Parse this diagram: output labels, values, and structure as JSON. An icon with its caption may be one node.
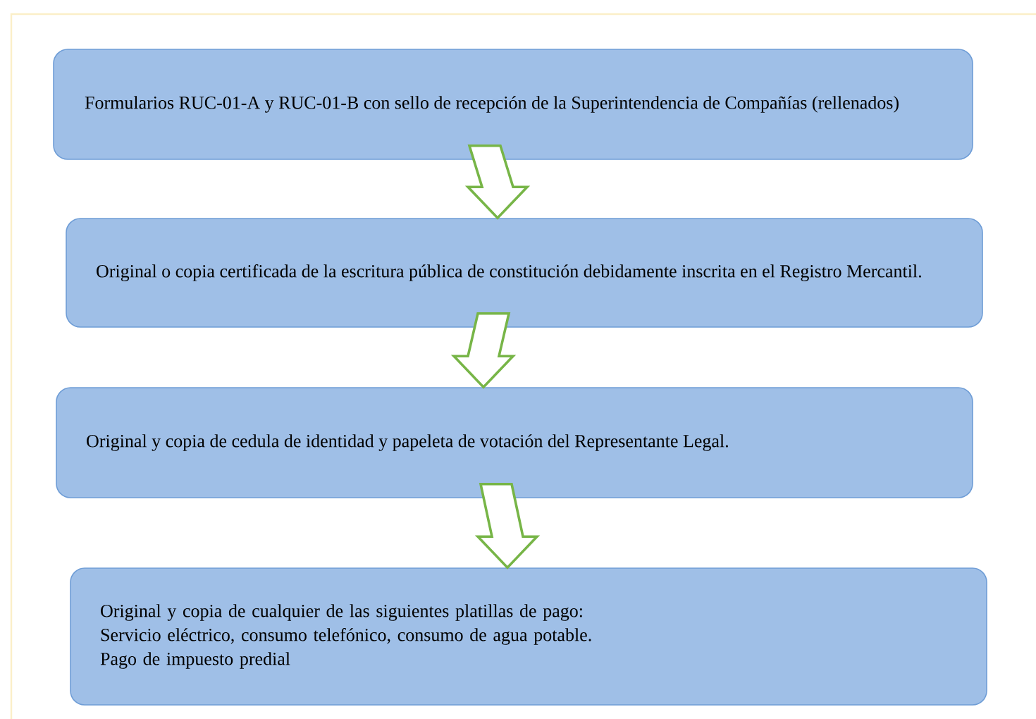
{
  "diagram": {
    "nodes": [
      {
        "text": [
          "Formularios RUC-01-A y RUC-01-B con sello de recepción de la Superintendencia de Compañías (rellenados)"
        ]
      },
      {
        "text": [
          "Original o copia certificada de la escritura pública de constitución debidamente inscrita en el Registro Mercantil."
        ]
      },
      {
        "text": [
          "Original y copia de cedula de identidad y papeleta de votación del Representante Legal."
        ]
      },
      {
        "text": [
          "Original y copia de cualquier de las siguientes platillas de pago:",
          "Servicio eléctrico, consumo telefónico, consumo de agua potable.",
          "Pago de impuesto predial"
        ]
      }
    ],
    "edges": [
      {
        "from": 0,
        "to": 1,
        "arrow": "to"
      },
      {
        "from": 1,
        "to": 2,
        "arrow": "to"
      },
      {
        "from": 2,
        "to": 3,
        "arrow": "to"
      }
    ]
  }
}
